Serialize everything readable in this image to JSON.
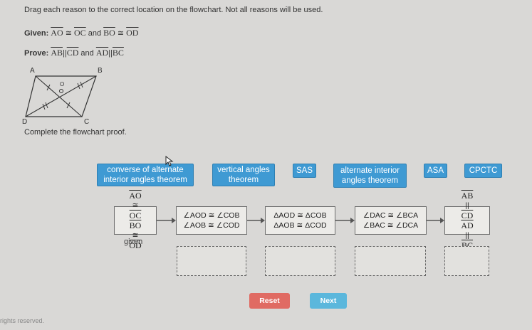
{
  "instruction": "Drag each reason to the correct location on the flowchart. Not all reasons will be used.",
  "given": {
    "label": "Given:",
    "seg1": "AO",
    "rel1": " ≅ ",
    "seg2": "OC",
    "and": " and ",
    "seg3": "BO",
    "rel2": " ≅ ",
    "seg4": "OD"
  },
  "prove": {
    "label": "Prove:",
    "seg1": "AB",
    "rel1": "||",
    "seg2": "CD",
    "and": " and ",
    "seg3": "AD",
    "rel2": "||",
    "seg4": "BC"
  },
  "figure": {
    "labels": {
      "a": "A",
      "b": "B",
      "c": "C",
      "d": "D",
      "o": "O"
    }
  },
  "complete_text": "Complete the flowchart proof.",
  "reasons": [
    {
      "line1": "converse of alternate",
      "line2": "interior angles theorem"
    },
    {
      "line1": "vertical angles",
      "line2": "theorem"
    },
    {
      "line1": "SAS",
      "line2": ""
    },
    {
      "line1": "alternate interior",
      "line2": "angles theorem"
    },
    {
      "line1": "ASA",
      "line2": ""
    },
    {
      "line1": "CPCTC",
      "line2": ""
    }
  ],
  "statements": {
    "s1": {
      "a1": "AO",
      "r1": " ≅ ",
      "b1": "OC",
      "a2": "BO",
      "r2": " ≅ ",
      "b2": "OD"
    },
    "s2": {
      "line1": "∠AOD ≅ ∠COB",
      "line2": "∠AOB ≅ ∠COD"
    },
    "s3": {
      "line1": "ΔAOD ≅ ΔCOB",
      "line2": "ΔAOB ≅ ΔCOD"
    },
    "s4": {
      "line1": "∠DAC ≅ ∠BCA",
      "line2": "∠BAC ≅ ∠DCA"
    },
    "s5": {
      "a1": "AB",
      "r1": " || ",
      "b1": "CD",
      "a2": "AD",
      "r2": " || ",
      "b2": "BC"
    }
  },
  "given_reason": "given",
  "buttons": {
    "reset": "Reset",
    "next": "Next"
  },
  "footer": "rights reserved."
}
